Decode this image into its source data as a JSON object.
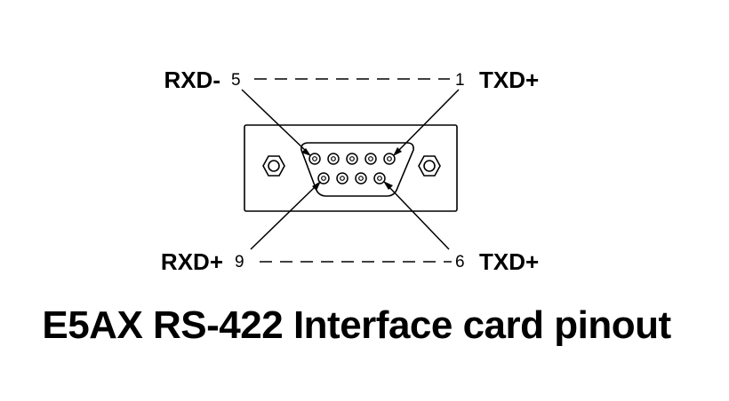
{
  "caption": "E5AX RS-422 Interface card pinout",
  "pins": {
    "top_left": {
      "number": "5",
      "signal": "RXD-"
    },
    "top_right": {
      "number": "1",
      "signal": "TXD+"
    },
    "bottom_left": {
      "number": "9",
      "signal": "RXD+"
    },
    "bottom_right": {
      "number": "6",
      "signal": "TXD+"
    }
  },
  "colors": {
    "ink": "#000000",
    "background": "#ffffff"
  }
}
